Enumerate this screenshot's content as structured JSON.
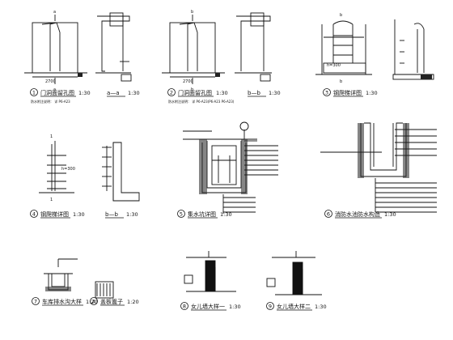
{
  "details": [
    {
      "id": "d1",
      "num": "1",
      "title": "门洞面留孔图",
      "scale": "1:30",
      "note": "防水附注说明： 详 P6-A23"
    },
    {
      "id": "d1s",
      "num": "",
      "title": "a—a",
      "scale": "1:30",
      "note": ""
    },
    {
      "id": "d2",
      "num": "2",
      "title": "门洞面留孔图",
      "scale": "1:30",
      "note": "防水附注说明： 详 P6-A23(P6-A23 P6-A23)"
    },
    {
      "id": "d2s",
      "num": "",
      "title": "b—b",
      "scale": "1:30",
      "note": ""
    },
    {
      "id": "d3",
      "num": "3",
      "title": "钢爬梯详图",
      "scale": "1:30",
      "note": ""
    },
    {
      "id": "d4",
      "num": "4",
      "title": "钢爬梯详图",
      "scale": "1:30",
      "note": ""
    },
    {
      "id": "d4s",
      "num": "",
      "title": "b—b",
      "scale": "1:30",
      "note": ""
    },
    {
      "id": "d5",
      "num": "5",
      "title": "集水坑详图",
      "scale": "1:30",
      "note": ""
    },
    {
      "id": "d6",
      "num": "6",
      "title": "消防水池防水构造",
      "scale": "1:30",
      "note": ""
    },
    {
      "id": "d7",
      "num": "7",
      "title": "车库排水沟大样",
      "scale": "1:20",
      "note": ""
    },
    {
      "id": "dA",
      "num": "A",
      "title": "盖板篦子",
      "scale": "1:20",
      "note": ""
    },
    {
      "id": "d8",
      "num": "8",
      "title": "女儿墙大样一",
      "scale": "1:30",
      "note": ""
    },
    {
      "id": "d9",
      "num": "9",
      "title": "女儿墙大样二",
      "scale": "1:30",
      "note": ""
    }
  ],
  "labels": {
    "a1": "a",
    "a2": "a",
    "b1": "b",
    "b2": "b",
    "b3": "b",
    "b4": "b",
    "i1": "1",
    "i2": "1",
    "h300": "h=300",
    "h300b": "h=300",
    "dim1": "2700",
    "dim2": "2700"
  }
}
